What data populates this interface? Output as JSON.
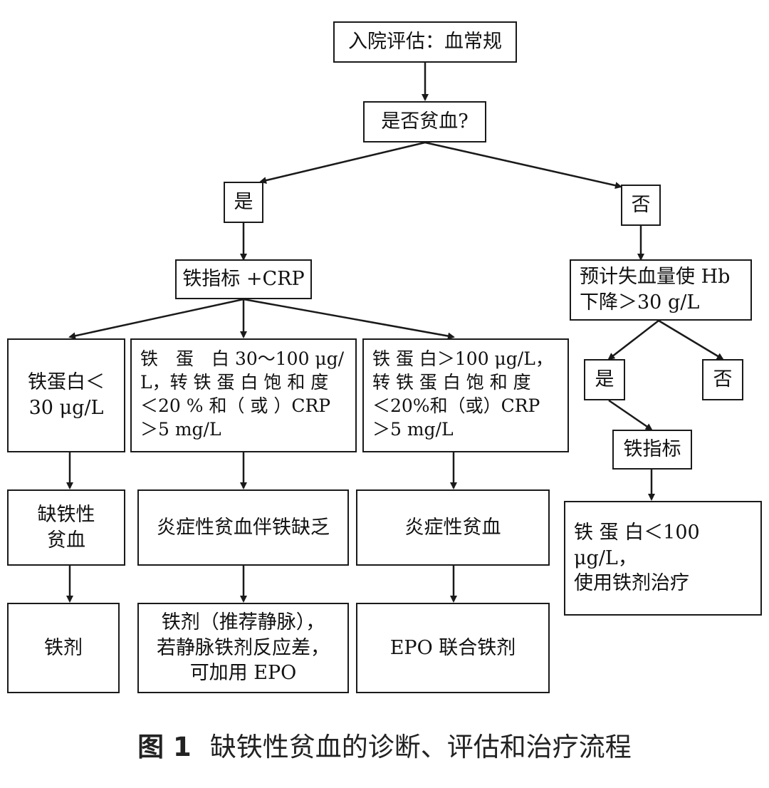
{
  "nodes": {
    "admission": "入院评估：血常规",
    "anemia_q": "是否贫血?",
    "yes_left": "是",
    "no_right": "否",
    "iron_crp": "铁指标 +CRP",
    "blood_loss": "预计失血量使 Hb\n下降＞30 g/L",
    "ferritin_low": "铁蛋白＜\n30 μg/L",
    "ferritin_mid": "铁　蛋　白 30～100 μg/\nL，转 铁 蛋 白 饱 和 度\n＜20 % 和（ 或 ）CRP\n＞5 mg/L",
    "ferritin_high": "铁 蛋 白＞100 μg/L，\n转 铁 蛋 白 饱 和 度\n＜20%和（或）CRP\n＞5 mg/L",
    "yes_right": "是",
    "no_right2": "否",
    "iron_index": "铁指标",
    "ida": "缺铁性\n贫血",
    "aci_id": "炎症性贫血伴铁缺乏",
    "aci": "炎症性贫血",
    "ferritin_100": "铁 蛋 白＜100 μg/L，\n使用铁剂治疗",
    "iron_agent": "铁剂",
    "iron_iv_epo": "铁剂（推荐静脉），\n若静脉铁剂反应差，\n可加用 EPO",
    "epo_iron": "EPO 联合铁剂"
  },
  "caption": {
    "number": "图 1",
    "text": "缺铁性贫血的诊断、评估和治疗流程"
  }
}
